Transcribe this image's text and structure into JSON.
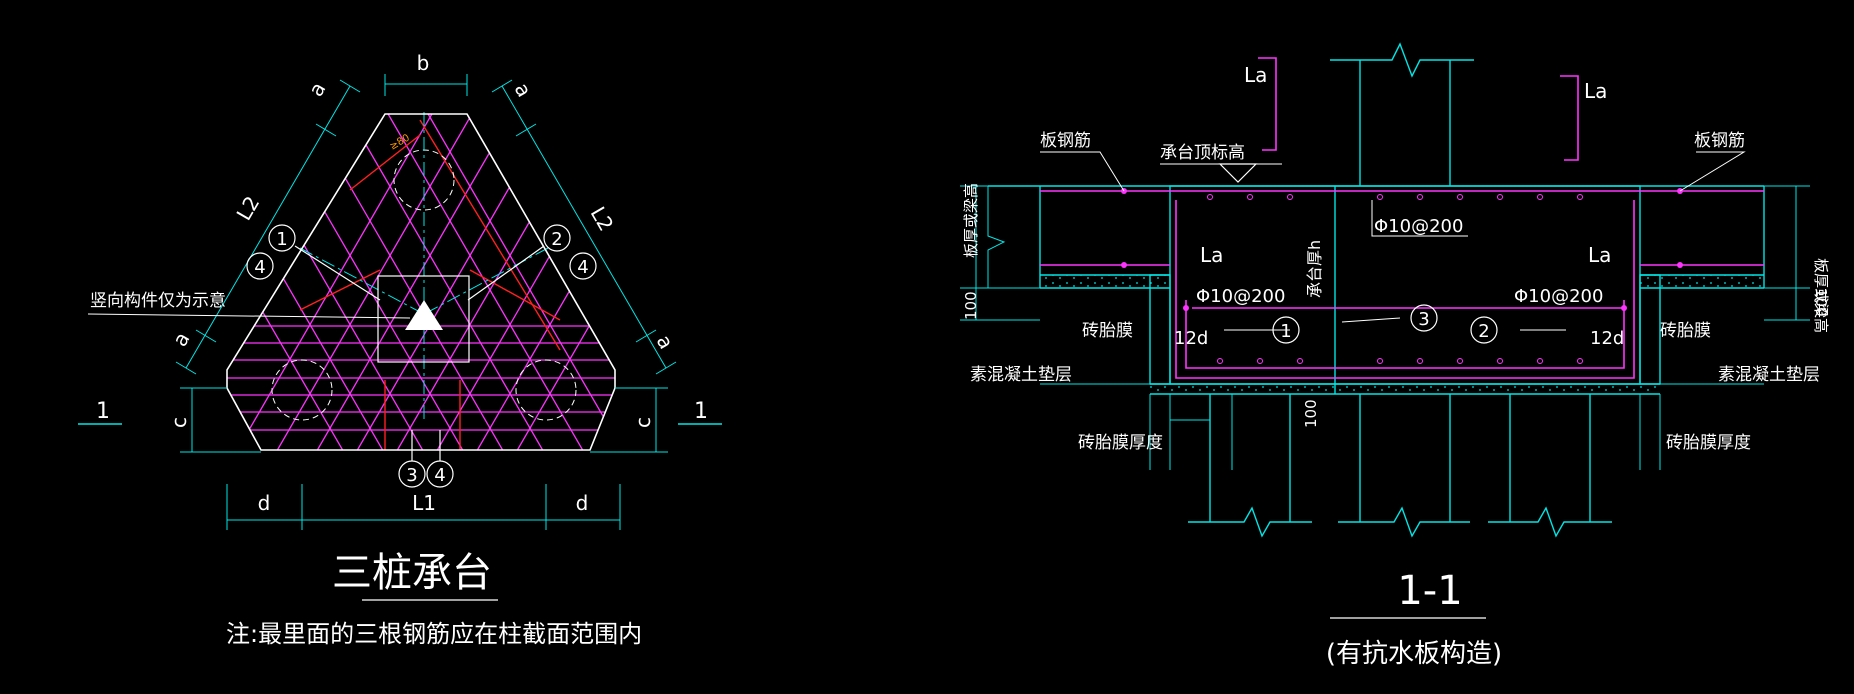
{
  "left": {
    "title": "三桩承台",
    "note": "注:最里面的三根钢筋应在柱截面范围内",
    "leader_note": "竖向构件仅为示意",
    "dims": {
      "b": "b",
      "a": "a",
      "c": "c",
      "d": "d",
      "L1": "L1",
      "L2": "L2"
    },
    "section_mark": "1",
    "circles": [
      "1",
      "4",
      "2",
      "4",
      "3",
      "4"
    ],
    "small_dim": "≥80"
  },
  "right": {
    "title": "1-1",
    "subtitle": "(有抗水板构造)",
    "labels": {
      "slab_rebar": "板钢筋",
      "cap_top_elev": "承台顶标高",
      "slab_thickness": "板厚或梁高",
      "cap_thickness": "承台厚h",
      "brick_mold": "砖胎膜",
      "plain_concrete": "素混凝土垫层",
      "brick_mold_thickness": "砖胎膜厚度",
      "la": "La",
      "rebar_spec": "Φ10@200",
      "hook": "12d",
      "dim_100": "100"
    },
    "circles": [
      "1",
      "3",
      "2"
    ]
  },
  "colors": {
    "cyan": "#00e5e5",
    "magenta": "#ff33ff",
    "red": "#ff2020",
    "white": "#ffffff",
    "orange": "#ff9900",
    "background": "#000000"
  }
}
